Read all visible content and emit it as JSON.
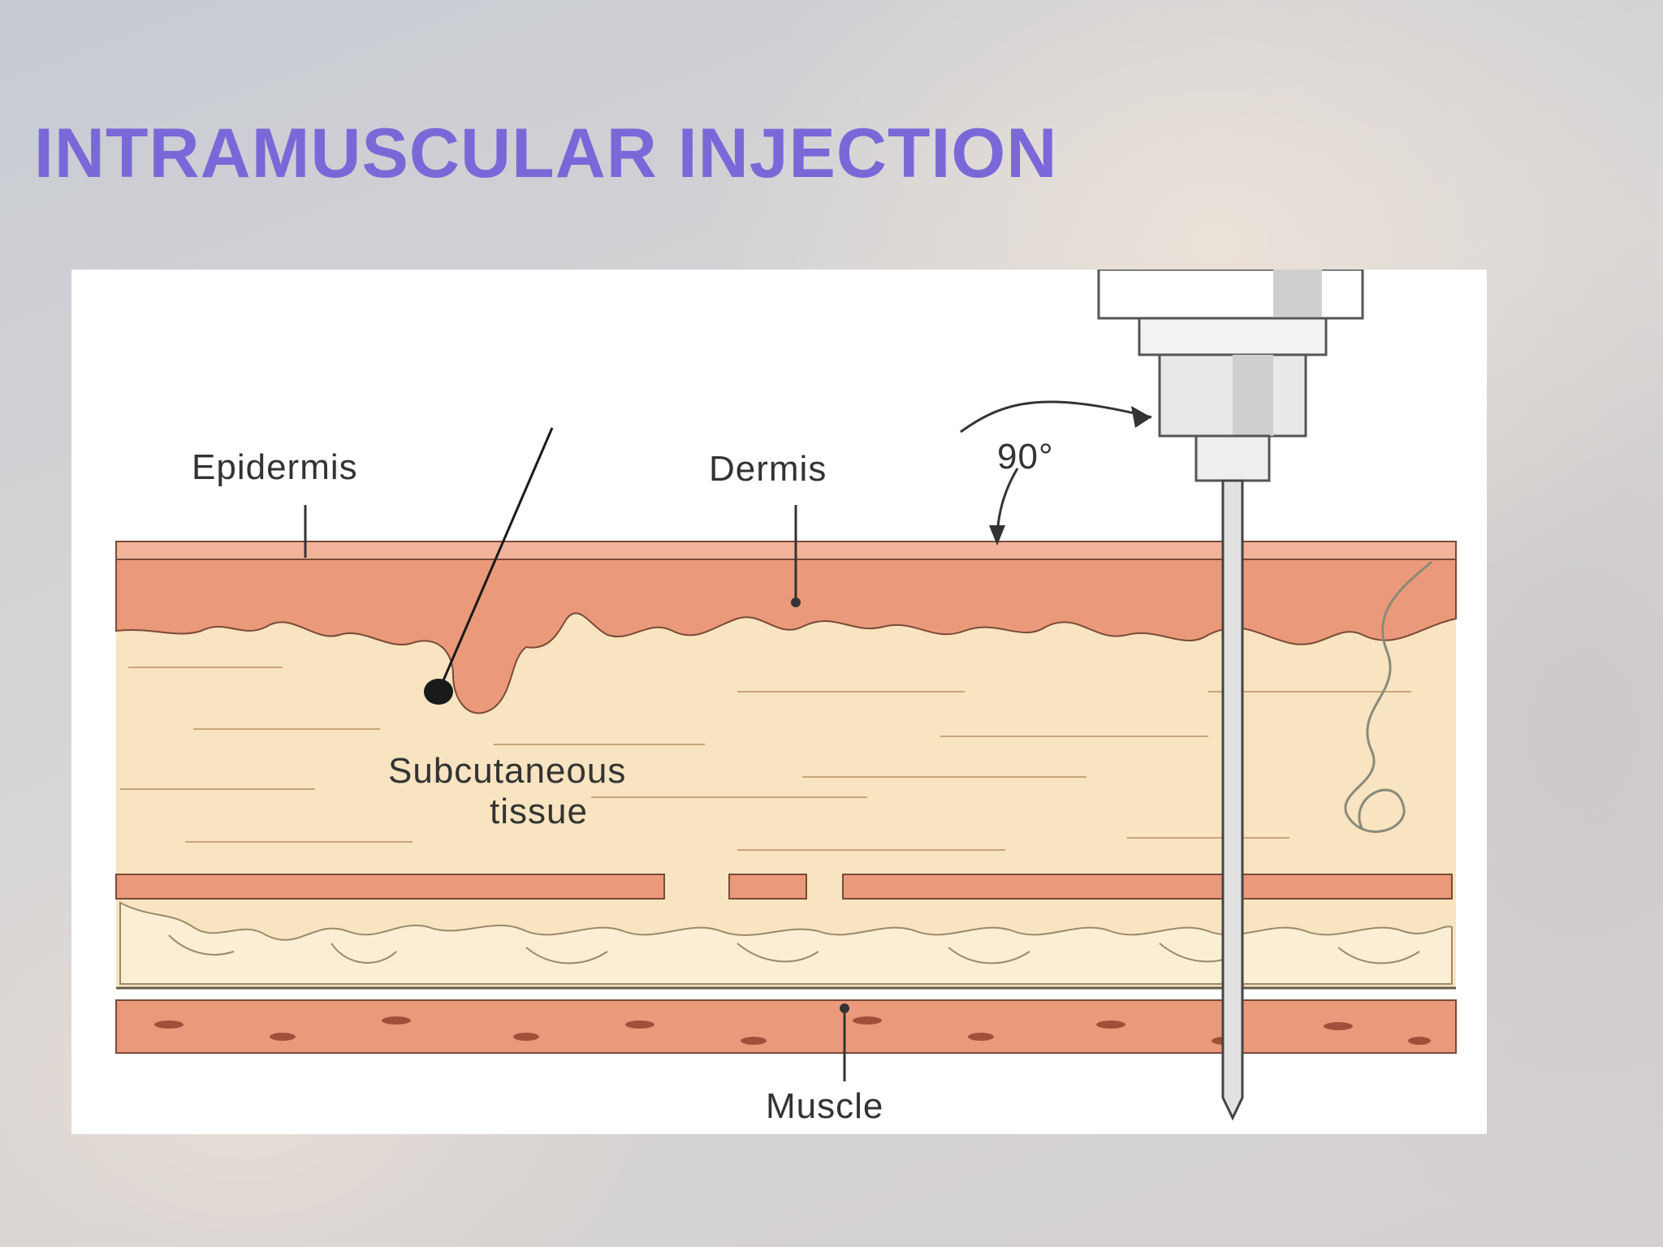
{
  "slide": {
    "title": "INTRAMUSCULAR INJECTION"
  },
  "diagram": {
    "labels": {
      "epidermis": "Epidermis",
      "dermis": "Dermis",
      "angle": "90°",
      "subcutaneous_line1": "Subcutaneous",
      "subcutaneous_line2": "tissue",
      "muscle": "Muscle"
    },
    "colors": {
      "title": "#7b68d8",
      "dermis": "#ea9a7a",
      "subcutaneous": "#f8e4c0",
      "muscle": "#ea9a7a"
    }
  }
}
